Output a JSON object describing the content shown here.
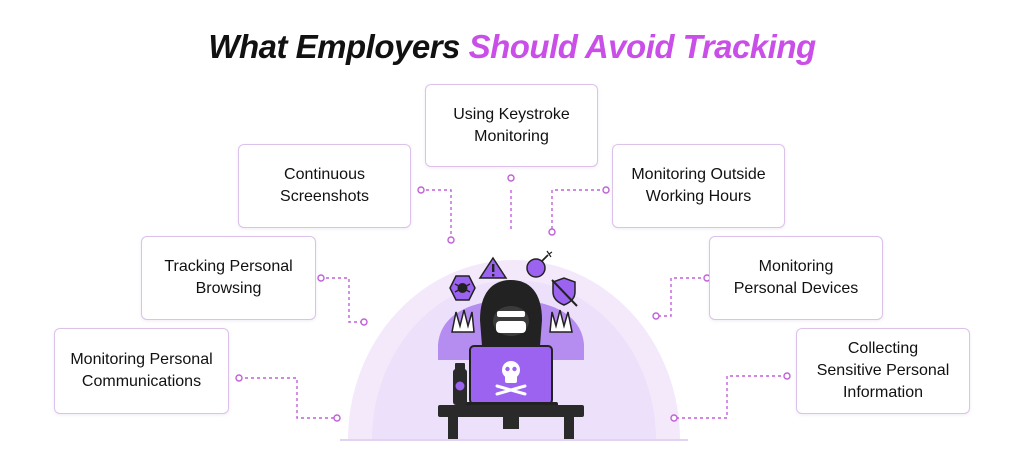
{
  "title": {
    "part1": "What Employers ",
    "part2": "Should Avoid Tracking"
  },
  "items": [
    {
      "id": "keystroke",
      "label": "Using Keystroke\nMonitoring"
    },
    {
      "id": "screenshots",
      "label": "Continuous\nScreenshots"
    },
    {
      "id": "outside-hours",
      "label": "Monitoring Outside\nWorking Hours"
    },
    {
      "id": "browsing",
      "label": "Tracking Personal\nBrowsing"
    },
    {
      "id": "devices",
      "label": "Monitoring\nPersonal Devices"
    },
    {
      "id": "communications",
      "label": "Monitoring Personal\nCommunications"
    },
    {
      "id": "sensitive-info",
      "label": "Collecting\nSensitive Personal\nInformation"
    }
  ],
  "colors": {
    "accent": "#c94fe8",
    "connector": "#c060d8",
    "card_border": "#dcc2ea",
    "halo": "#f3e9fb",
    "laptop": "#9b63f0",
    "desk": "#2a2a2a"
  },
  "icons": [
    "bug-icon",
    "warning-icon",
    "bomb-icon",
    "no-shield-icon",
    "skull-icon",
    "hacker-icon"
  ]
}
